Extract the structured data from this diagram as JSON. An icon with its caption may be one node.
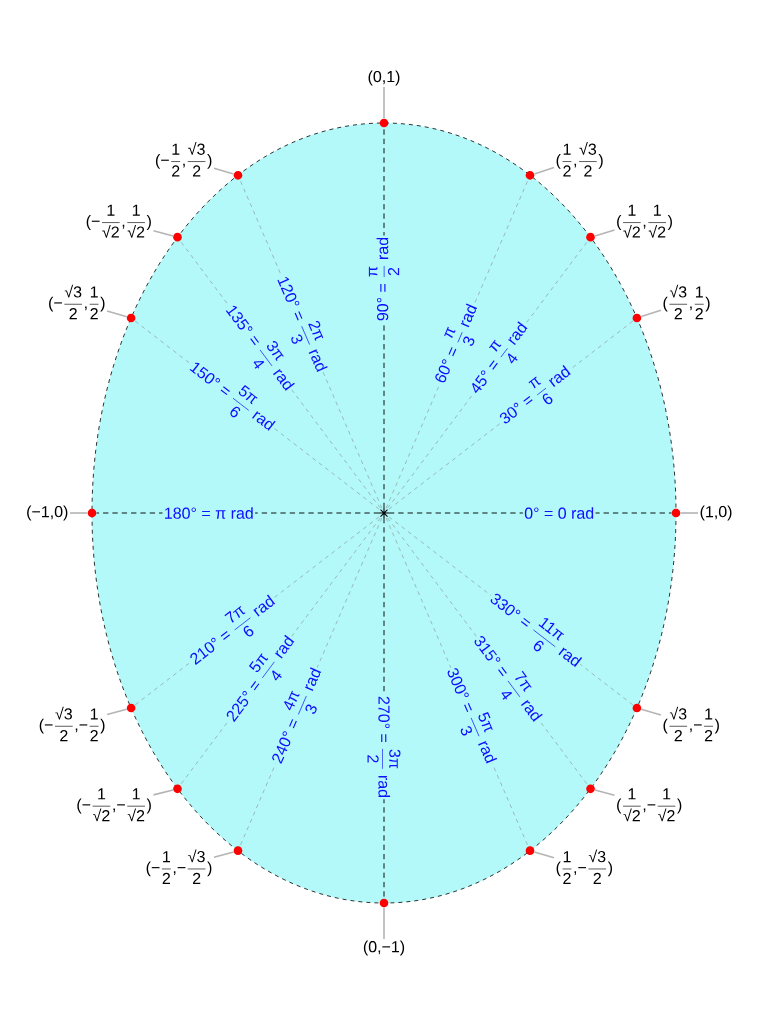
{
  "diagram": {
    "nodes": [
      {
        "text": [],
        "shape": "cross"
      },
      {
        "text": [],
        "shape": "circle"
      },
      {
        "text": [],
        "shape": "circle"
      },
      {
        "text": [],
        "shape": "circle"
      },
      {
        "text": [],
        "shape": "circle"
      },
      {
        "text": [],
        "shape": "circle"
      },
      {
        "text": [],
        "shape": "circle"
      },
      {
        "text": [],
        "shape": "circle"
      },
      {
        "text": [],
        "shape": "circle"
      },
      {
        "text": [],
        "shape": "circle"
      },
      {
        "text": [],
        "shape": "circle"
      },
      {
        "text": [],
        "shape": "circle"
      },
      {
        "text": [],
        "shape": "circle"
      },
      {
        "text": [],
        "shape": "circle"
      },
      {
        "text": [],
        "shape": "circle"
      },
      {
        "text": [],
        "shape": "circle"
      },
      {
        "text": [],
        "shape": "circle"
      },
      {
        "text": [
          "\\text{(0,1)}"
        ]
      },
      {
        "text": [
          "\\text{(−}\\frac{\\text{1}}{\\text{2}}\\text{,}\\frac{\\text{√3}}{\\text{2}}\\text{)}"
        ]
      },
      {
        "text": [
          "\\text{(}\\frac{\\text{1}}{\\text{2}}\\text{,}\\frac{\\text{√3}}{\\text{2}}\\text{)}"
        ]
      },
      {
        "text": [
          "\\text{(−}\\frac{\\text{1}}{\\text{√2}}\\text{,}\\frac{\\text{1}}{\\text{√2}}\\text{)}"
        ]
      },
      {
        "text": [
          "\\text{(}\\frac{\\text{1}}{\\text{√2}}\\text{,}\\frac{\\text{1}}{\\text{√2}}\\text{)}"
        ]
      },
      {
        "text": [
          "\\text{(−}\\frac{\\text{√3}}{\\text{2}}\\text{,}\\frac{\\text{1}}{\\text{2}}\\text{)}"
        ]
      },
      {
        "text": [
          "\\text{(}\\frac{\\text{√3}}{\\text{2}}\\text{,}\\frac{\\text{1}}{\\text{2}}\\text{)}"
        ]
      },
      {
        "text": [
          "\\text{(−1,0)}"
        ]
      },
      {
        "text": [
          "\\text{(1,0)}"
        ]
      },
      {
        "text": [
          "\\text{(−}\\frac{\\text{√3}}{\\text{2}}\\text{,−}\\frac{\\text{1}}{\\text{2}}\\text{)}"
        ]
      },
      {
        "text": [
          "\\text{(}\\frac{\\text{√3}}{\\text{2}}\\text{,−}\\frac{\\text{1}}{\\text{2}}\\text{)}"
        ]
      },
      {
        "text": [
          "\\text{(−}\\frac{\\text{1}}{\\text{√2}}\\text{,−}\\frac{\\text{1}}{\\text{√2}}\\text{)}"
        ]
      },
      {
        "text": [
          "\\text{(}\\frac{\\text{1}}{\\text{√2}}\\text{,−}\\frac{\\text{1}}{\\text{√2}}\\text{)}"
        ]
      },
      {
        "text": [
          "\\text{(−}\\frac{\\text{1}}{\\text{2}}\\text{,−}\\frac{\\text{√3}}{\\text{2}}\\text{)}"
        ]
      },
      {
        "text": [
          "\\text{(}\\frac{\\text{1}}{\\text{2}}\\text{,−}\\frac{\\text{√3}}{\\text{2}}\\text{)}"
        ]
      },
      {
        "text": [
          "\\text{(0,−1)}"
        ]
      }
    ],
    "edges": [
      {
        "from": 0,
        "to": 1,
        "arrow": "none",
        "style": "dashed",
        "color": "#000000",
        "label": "\\text{90° = }\\frac{\\text{π}}{\\text{2}}\\text{ rad}"
      },
      {
        "from": 0,
        "to": 2,
        "arrow": "none",
        "style": "dashed",
        "label": "\\text{120° = }\\frac{\\text{2π}}{\\text{3}}\\text{ rad}"
      },
      {
        "from": 0,
        "to": 3,
        "arrow": "none",
        "style": "dashed",
        "label": "\\text{60° = }\\frac{\\text{π}}{\\text{3}}\\text{ rad}"
      },
      {
        "from": 0,
        "to": 4,
        "arrow": "none",
        "style": "dashed",
        "label": "\\text{135° = }\\frac{\\text{3π}}{\\text{4}}\\text{ rad}"
      },
      {
        "from": 0,
        "to": 5,
        "arrow": "none",
        "style": "dashed",
        "label": "\\text{45° = }\\frac{\\text{π}}{\\text{4}}\\text{ rad}"
      },
      {
        "from": 0,
        "to": 6,
        "arrow": "none",
        "style": "dashed",
        "label": "\\text{150° = }\\frac{\\text{5π}}{\\text{6}}\\text{ rad}"
      },
      {
        "from": 0,
        "to": 7,
        "arrow": "none",
        "style": "dashed",
        "label": "\\text{30° = }\\frac{\\text{π}}{\\text{6}}\\text{ rad}"
      },
      {
        "from": 0,
        "to": 8,
        "arrow": "none",
        "style": "dashed",
        "color": "#000000",
        "label": "\\text{180° = π rad}"
      },
      {
        "from": 0,
        "to": 9,
        "arrow": "none",
        "style": "dashed",
        "color": "#000000",
        "label": "\\text{0° = 0 rad}"
      },
      {
        "from": 0,
        "to": 10,
        "arrow": "none",
        "style": "dashed",
        "label": "\\text{210° = }\\frac{\\text{7π}}{\\text{6}}\\text{ rad}"
      },
      {
        "from": 0,
        "to": 11,
        "arrow": "none",
        "style": "dashed",
        "label": "\\text{330° = }\\frac{\\text{11π}}{\\text{6}}\\text{ rad}"
      },
      {
        "from": 0,
        "to": 12,
        "arrow": "none",
        "style": "dashed",
        "label": "\\text{225° = }\\frac{\\text{5π}}{\\text{4}}\\text{ rad}"
      },
      {
        "from": 0,
        "to": 13,
        "arrow": "none",
        "style": "dashed",
        "label": "\\text{315° = }\\frac{\\text{7π}}{\\text{4}}\\text{ rad}"
      },
      {
        "from": 0,
        "to": 14,
        "arrow": "none",
        "style": "dashed",
        "label": "\\text{240° = }\\frac{\\text{4π}}{\\text{3}}\\text{ rad}"
      },
      {
        "from": 0,
        "to": 15,
        "arrow": "none",
        "style": "dashed",
        "label": "\\text{300° = }\\frac{\\text{5π}}{\\text{3}}\\text{ rad}"
      },
      {
        "from": 0,
        "to": 16,
        "arrow": "none",
        "style": "dashed",
        "color": "#000000",
        "label": "\\text{270° = }\\frac{\\text{3π}}{\\text{2}}\\text{ rad}"
      },
      {
        "from": 17,
        "to": 1,
        "arrow": "none",
        "color": "#b4b4b4"
      },
      {
        "from": 18,
        "to": 2,
        "arrow": "none",
        "color": "#b4b4b4"
      },
      {
        "from": 19,
        "to": 3,
        "arrow": "none",
        "color": "#b4b4b4"
      },
      {
        "from": 20,
        "to": 4,
        "arrow": "none",
        "color": "#b4b4b4"
      },
      {
        "from": 21,
        "to": 5,
        "arrow": "none",
        "color": "#b4b4b4"
      },
      {
        "from": 22,
        "to": 6,
        "arrow": "none",
        "color": "#b4b4b4"
      },
      {
        "from": 23,
        "to": 7,
        "arrow": "none",
        "color": "#b4b4b4"
      },
      {
        "from": 24,
        "to": 8,
        "arrow": "none",
        "color": "#b4b4b4"
      },
      {
        "from": 25,
        "to": 9,
        "arrow": "none",
        "color": "#b4b4b4"
      },
      {
        "from": 26,
        "to": 10,
        "arrow": "none",
        "color": "#b4b4b4"
      },
      {
        "from": 27,
        "to": 11,
        "arrow": "none",
        "color": "#b4b4b4"
      },
      {
        "from": 28,
        "to": 12,
        "arrow": "none",
        "color": "#b4b4b4"
      },
      {
        "from": 29,
        "to": 13,
        "arrow": "none",
        "color": "#b4b4b4"
      },
      {
        "from": 30,
        "to": 14,
        "arrow": "none",
        "color": "#b4b4b4"
      },
      {
        "from": 31,
        "to": 15,
        "arrow": "none",
        "color": "#b4b4b4"
      },
      {
        "from": 32,
        "to": 16,
        "arrow": "none",
        "color": "#b4b4b4"
      }
    ]
  }
}
